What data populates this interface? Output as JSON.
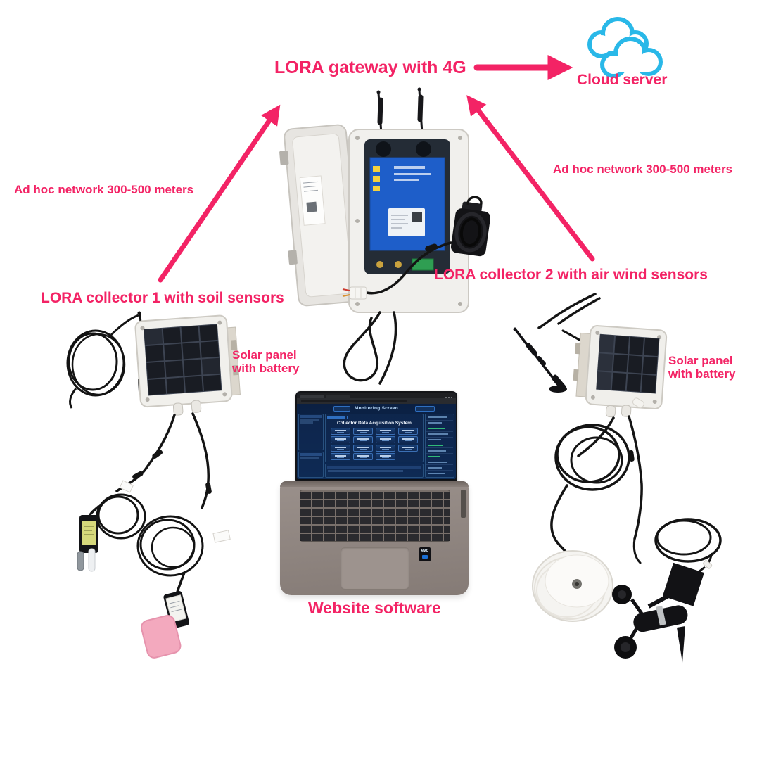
{
  "colors": {
    "accent": "#F32365",
    "cloud": "#29B8E8"
  },
  "diagram": {
    "gateway_label": "LORA gateway with 4G",
    "cloud_label": "Cloud server",
    "adhoc_left": "Ad hoc network 300-500 meters",
    "adhoc_right": "Ad hoc network 300-500 meters",
    "collector1_label": "LORA collector 1 with soil sensors",
    "collector2_label": "LORA collector 2 with air wind sensors",
    "solar_left_line1": "Solar panel",
    "solar_left_line2": "with battery",
    "solar_right_line1": "Solar panel",
    "solar_right_line2": "with battery",
    "website_label": "Website software"
  },
  "laptop": {
    "screen": {
      "header_title": "Monitoring Screen",
      "main_title": "Collector Data Acquisition System"
    },
    "sticker": "evo"
  }
}
